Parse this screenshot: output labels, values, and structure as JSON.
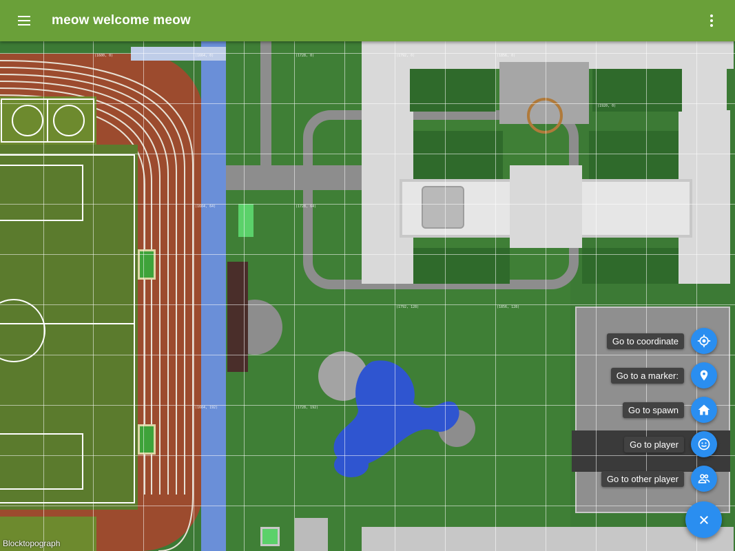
{
  "app": {
    "title": "meow welcome meow"
  },
  "colors": {
    "appbar": "#6aa039",
    "fab": "#2a8ef0",
    "label_bg": "#424242"
  },
  "fab_menu": {
    "items": [
      {
        "label": "Go to coordinate",
        "icon": "crosshair-icon"
      },
      {
        "label": "Go to a marker:",
        "icon": "map-pin-icon"
      },
      {
        "label": "Go to spawn",
        "icon": "home-icon"
      },
      {
        "label": "Go to player",
        "icon": "smiley-face-icon"
      },
      {
        "label": "Go to other player",
        "icon": "people-icon"
      }
    ],
    "close_icon": "close-icon"
  },
  "map": {
    "watermark": "Blocktopograph",
    "coords": {
      "c1": "(1600, 0)",
      "c2": "(1664, 0)",
      "c3": "(1728, 0)",
      "c4": "(1792, 0)",
      "c5": "(1856, 0)",
      "c6": "(1920, 0)",
      "c7": "(1664, 64)",
      "c8": "(1728, 64)",
      "c9": "(1792, 128)",
      "c10": "(1856, 128)",
      "c11": "(1664, 192)",
      "c12": "(1728, 192)"
    }
  }
}
